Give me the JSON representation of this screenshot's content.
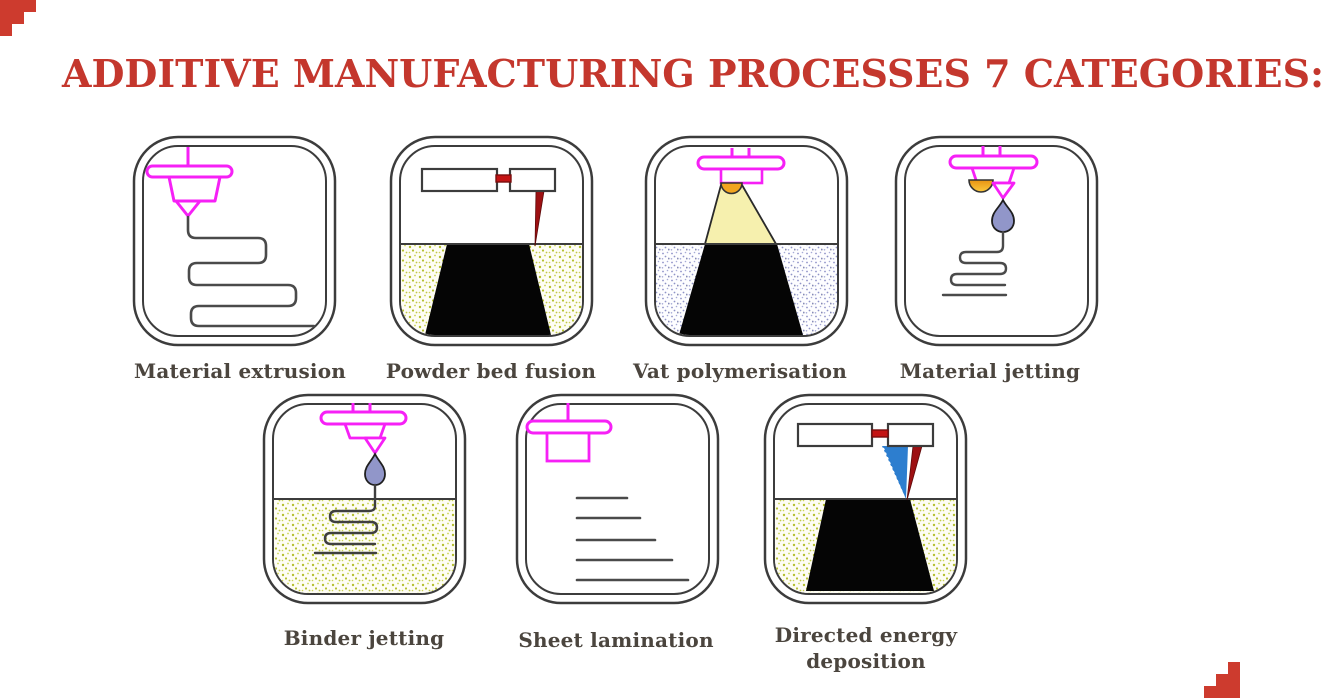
{
  "title": "ADDITIVE MANUFACTURING PROCESSES 7 CATEGORIES:",
  "categories": [
    {
      "label": "Material extrusion",
      "icon": "material-extrusion-icon"
    },
    {
      "label": "Powder bed fusion",
      "icon": "powder-bed-fusion-icon"
    },
    {
      "label": "Vat polymerisation",
      "icon": "vat-polymerisation-icon"
    },
    {
      "label": "Material jetting",
      "icon": "material-jetting-icon"
    },
    {
      "label": "Binder jetting",
      "icon": "binder-jetting-icon"
    },
    {
      "label": "Sheet lamination",
      "icon": "sheet-lamination-icon"
    },
    {
      "label": "Directed energy deposition",
      "icon": "directed-energy-deposition-icon"
    }
  ],
  "colors": {
    "title_red": "#c4372d",
    "label_gray": "#4b453e",
    "frame_gray": "#3c3c3c",
    "printhead_magenta": "#f620f6",
    "powder_olive": "#b5c030",
    "resin_lavender": "#8f93c7",
    "laser_red": "#9d1012",
    "connector_red": "#c41414",
    "spray_blue": "#2d7ecf",
    "lamp_orange": "#f2a51f",
    "light_cone_yellow": "#f6f0ae",
    "droplet_periwinkle": "#9196c9",
    "part_black": "#050505"
  }
}
